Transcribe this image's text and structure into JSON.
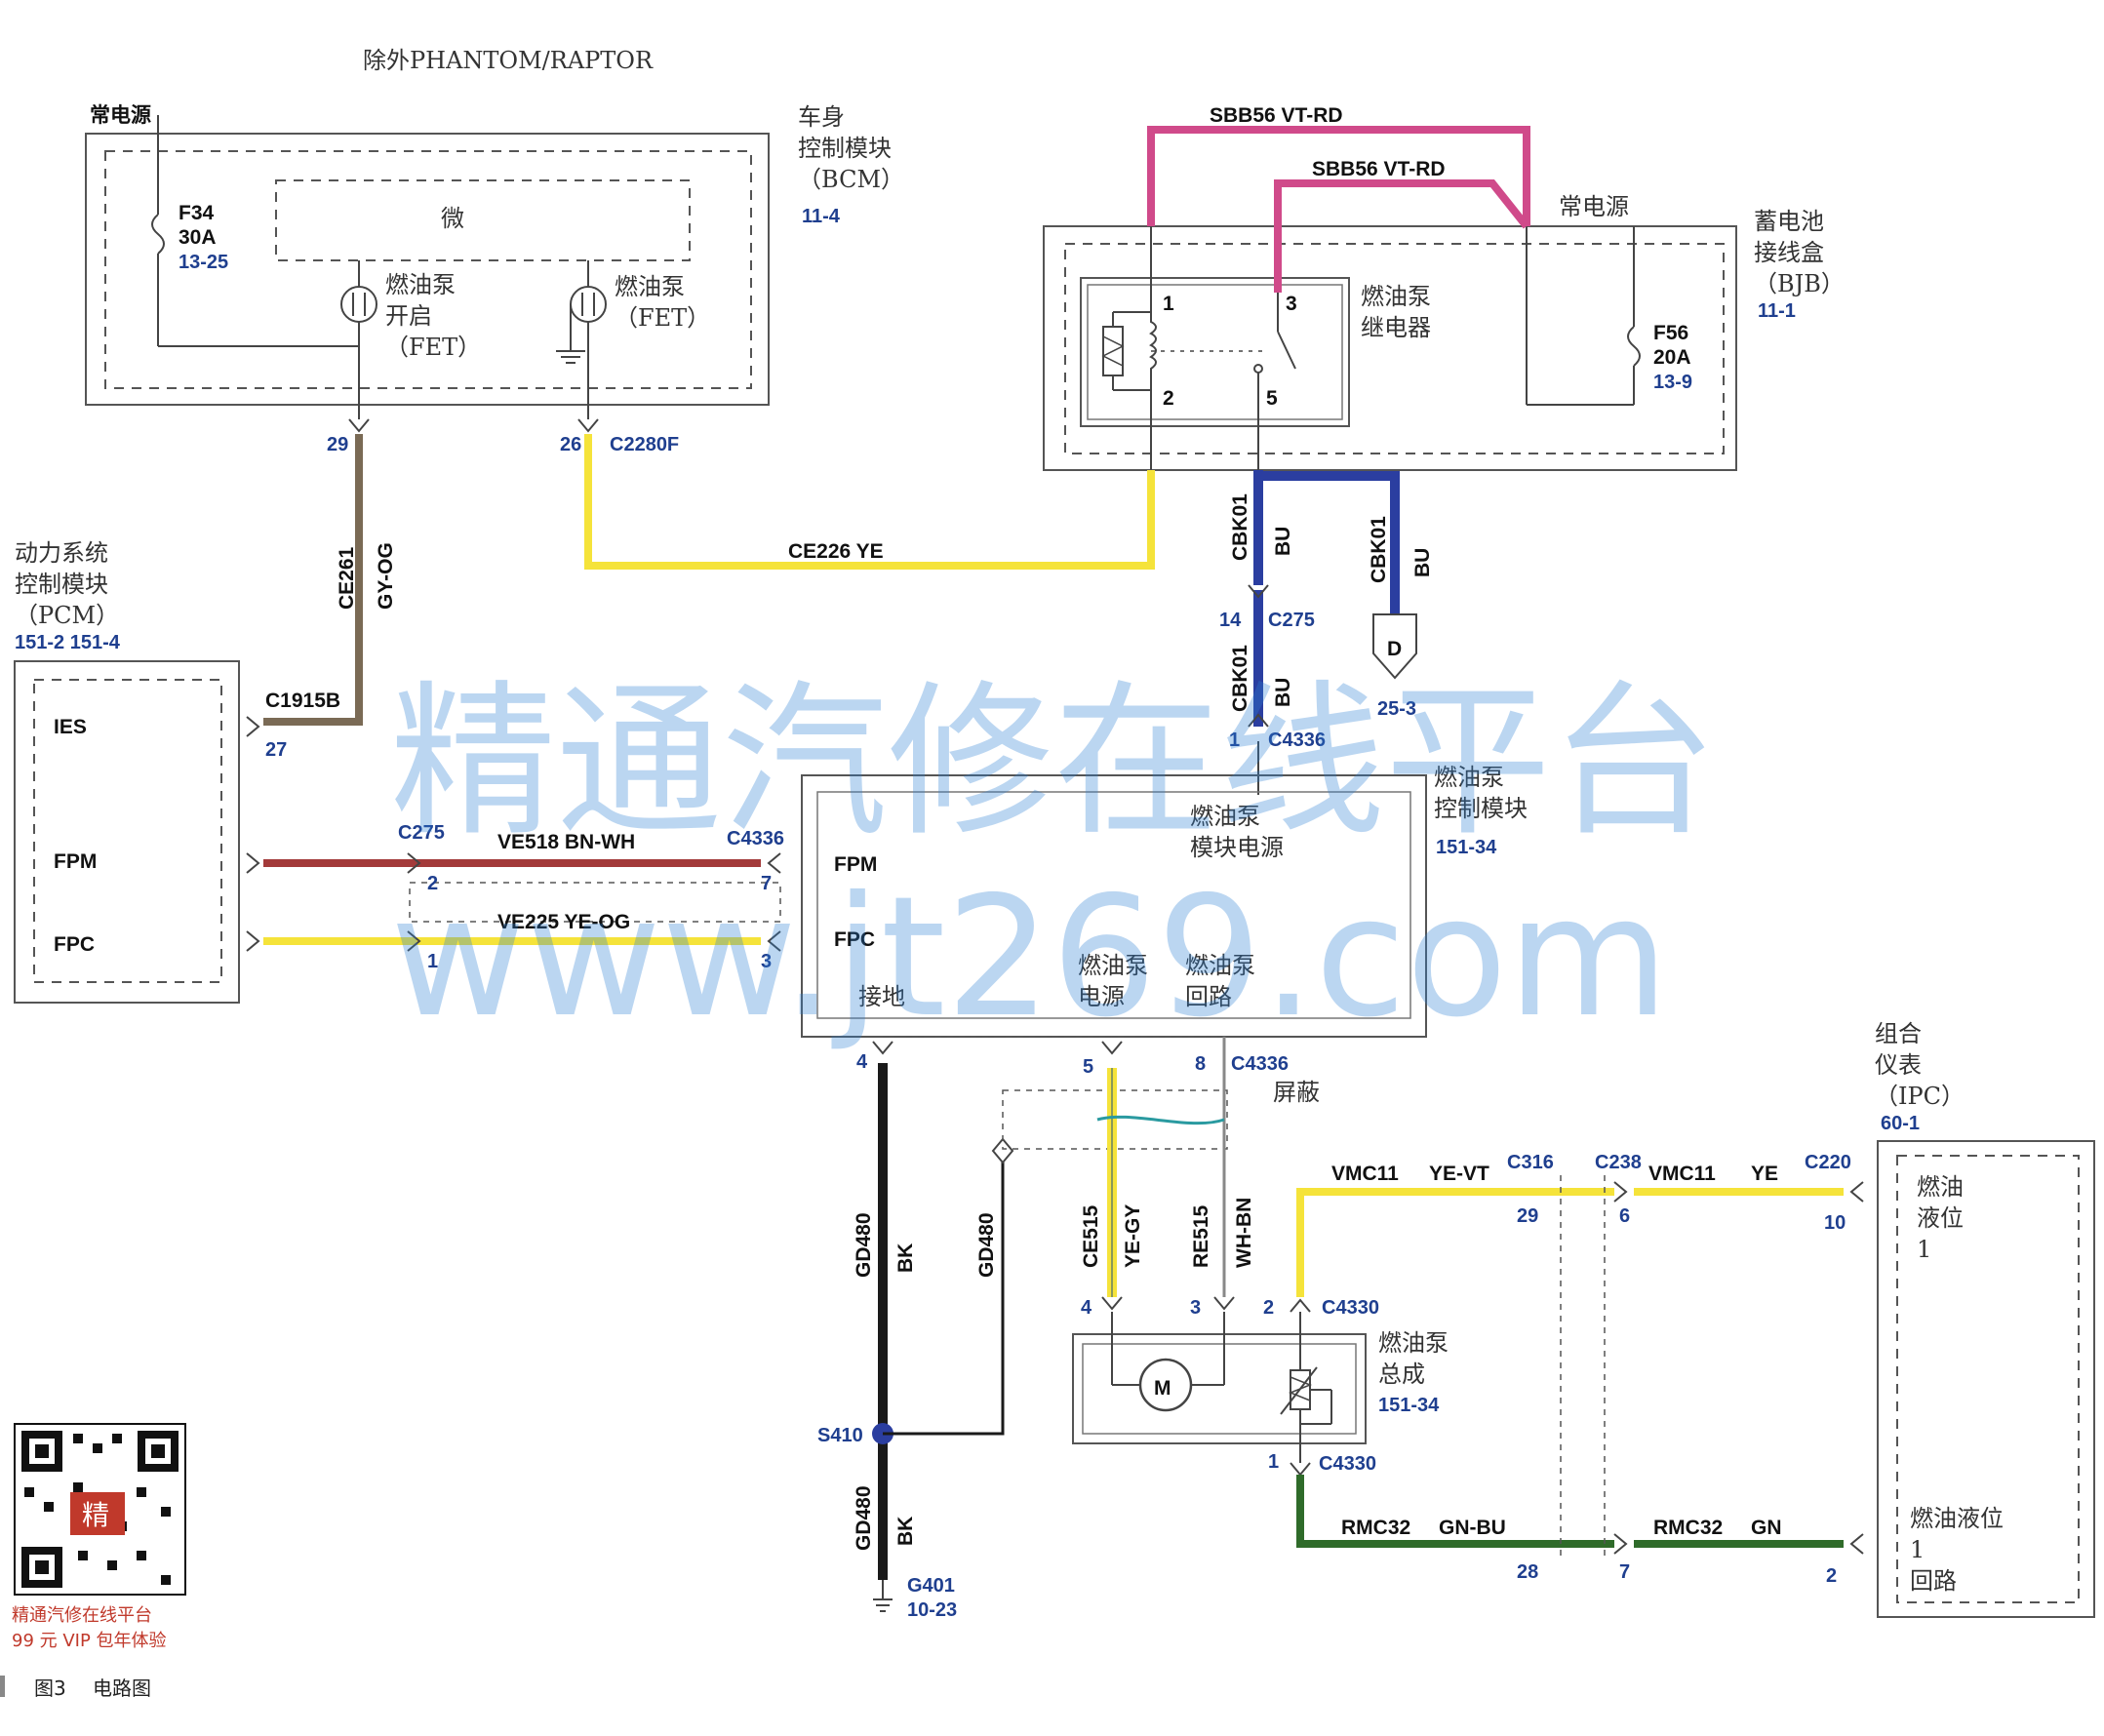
{
  "header": {
    "title": "除外PHANTOM/RAPTOR"
  },
  "bcm": {
    "power_label": "常电源",
    "name_line1": "车身",
    "name_line2": "控制模块",
    "name_line3": "（BCM）",
    "ref": "11-4",
    "fuse_id": "F34",
    "fuse_rating": "30A",
    "fuse_ref": "13-25",
    "micro_label": "微",
    "fet1_line1": "燃油泵",
    "fet1_line2": "开启",
    "fet1_line3": "（FET）",
    "fet2_line1": "燃油泵",
    "fet2_line2": "（FET）",
    "pin_29": "29",
    "pin_26": "26",
    "conn": "C2280F"
  },
  "bjb": {
    "sbb_top": "SBB56  VT-RD",
    "sbb_inner": "SBB56  VT-RD",
    "power_label": "常电源",
    "name_line1": "蓄电池",
    "name_line2": "接线盒",
    "name_line3": "（BJB）",
    "ref": "11-1",
    "relay_line1": "燃油泵",
    "relay_line2": "继电器",
    "relay_pin1": "1",
    "relay_pin2": "2",
    "relay_pin3": "3",
    "relay_pin5": "5",
    "fuse_id": "F56",
    "fuse_rating": "20A",
    "fuse_ref": "13-9"
  },
  "wires": {
    "ce226": "CE226  YE",
    "ce261": "CE261",
    "ce261_color": "GY-OG",
    "cbk01_a": "CBK01",
    "cbk01_a_color": "BU",
    "cbk01_b": "CBK01",
    "cbk01_b_color": "BU",
    "cbk01_c": "CBK01",
    "cbk01_c_color": "BU",
    "ve518": "VE518  BN-WH",
    "ve225": "VE225  YE-OG",
    "gd480_a": "GD480",
    "gd480_a_color": "BK",
    "gd480_b": "GD480",
    "gd480_c": "GD480",
    "gd480_c_color": "BK",
    "ce515": "CE515",
    "ce515_color": "YE-GY",
    "re515": "RE515",
    "re515_color": "WH-BN",
    "vmc11_a": "VMC11",
    "vmc11_a_color": "YE-VT",
    "vmc11_b": "VMC11",
    "vmc11_b_color": "YE",
    "rmc32_a": "RMC32",
    "rmc32_a_color": "GN-BU",
    "rmc32_b": "RMC32",
    "rmc32_b_color": "GN",
    "color_ye": "#f5e33a",
    "color_bu": "#2b3ea0",
    "color_bnwh": "#a33a3a",
    "color_vtrd": "#d04a8a",
    "color_bk": "#1a1a1a",
    "color_gn": "#2f6b2a",
    "color_gyog": "#7a6a55"
  },
  "pcm": {
    "name_line1": "动力系统",
    "name_line2": "控制模块",
    "name_line3": "（PCM）",
    "ref": "151-2  151-4",
    "ies": "IES",
    "fpm": "FPM",
    "fpc": "FPC",
    "conn_c1915b": "C1915B",
    "pin_27": "27"
  },
  "connectors": {
    "c275_top": "C275",
    "pin14": "14",
    "c4336_top": "C4336",
    "pin1_top": "1",
    "d_label": "D",
    "d_ref": "25-3",
    "c275_mid": "C275",
    "pin2": "2",
    "pin1_mid": "1",
    "c4336_mid": "C4336",
    "pin7": "7",
    "pin3_mid": "3"
  },
  "fpcm": {
    "name_line1": "燃油泵",
    "name_line2": "控制模块",
    "ref": "151-34",
    "power_line1": "燃油泵",
    "power_line2": "模块电源",
    "fpm": "FPM",
    "fpc": "FPC",
    "ground": "接地",
    "pump_power_1": "燃油泵",
    "pump_power_2": "电源",
    "pump_return_1": "燃油泵",
    "pump_return_2": "回路",
    "pin4": "4",
    "pin5": "5",
    "pin8": "8",
    "conn": "C4336",
    "shield": "屏蔽"
  },
  "pump": {
    "name_line1": "燃油泵",
    "name_line2": "总成",
    "ref": "151-34",
    "motor": "M",
    "pin4": "4",
    "pin3": "3",
    "pin2": "2",
    "pin1": "1",
    "conn_top": "C4330",
    "conn_bottom": "C4330"
  },
  "splice": {
    "s410": "S410",
    "g401": "G401",
    "g401_ref": "10-23"
  },
  "ipc": {
    "name_line1": "组合",
    "name_line2": "仪表",
    "name_line3": "（IPC）",
    "ref": "60-1",
    "level_line1": "燃油",
    "level_line2": "液位",
    "level_line3": "1",
    "ret_line1": "燃油液位",
    "ret_line2": "1",
    "ret_line3": "回路",
    "c316": "C316",
    "c238": "C238",
    "c220": "C220",
    "pin29": "29",
    "pin6": "6",
    "pin10": "10",
    "pin28": "28",
    "pin7": "7",
    "pin2": "2"
  },
  "watermark": {
    "line1": "精通汽修在线平台",
    "line2": "www.jt269.com"
  },
  "qr": {
    "badge": "精",
    "text1": "精通汽修在线平台",
    "text2": "99 元 VIP 包年体验"
  },
  "caption": {
    "fig": "图3",
    "title": "电路图"
  }
}
